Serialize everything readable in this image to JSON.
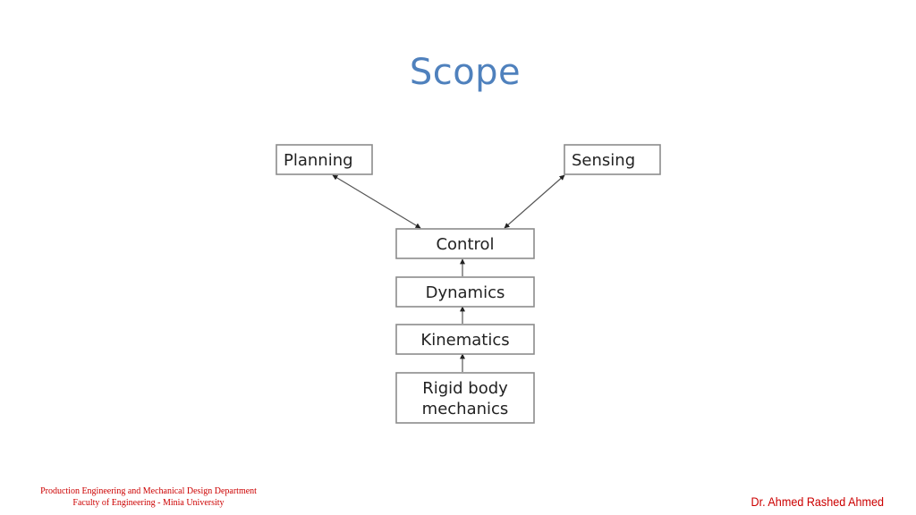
{
  "slide": {
    "title": "Scope"
  },
  "diagram": {
    "nodes": {
      "planning": "Planning",
      "sensing": "Sensing",
      "control": "Control",
      "dynamics": "Dynamics",
      "kinematics": "Kinematics",
      "rigid_body_line1": "Rigid body",
      "rigid_body_line2": "mechanics"
    }
  },
  "footer": {
    "department": "Production Engineering and Mechanical Design Department",
    "faculty": "Faculty of Engineering  -  Minia University",
    "author": "Dr. Ahmed Rashed Ahmed"
  },
  "colors": {
    "title": "#4f81bd",
    "footer_text": "#cc0000",
    "box_border": "#8c8c8c"
  }
}
